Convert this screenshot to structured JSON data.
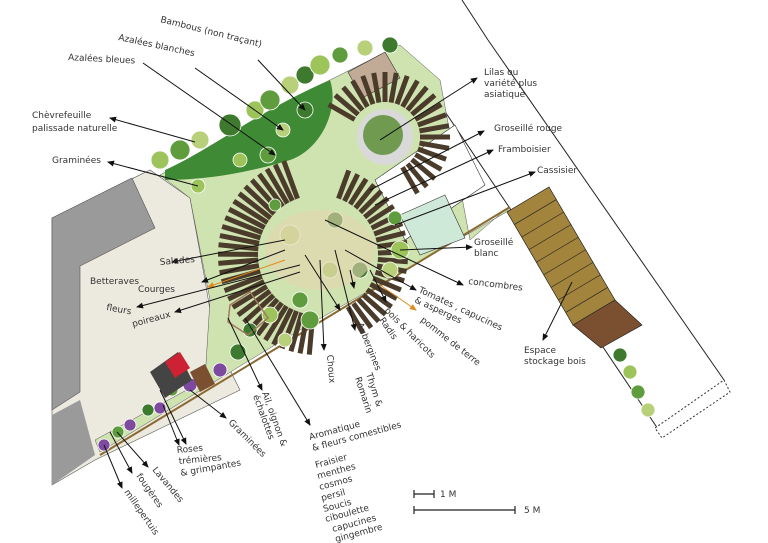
{
  "colors": {
    "lawn": "#cfe3b0",
    "hedge_bed": "#3f8a34",
    "paving": "#ece9df",
    "building": "#9a9a9a",
    "slat": "#4a3b2a",
    "path": "#e9dcc4",
    "storage_wood": "#a2843c",
    "storage_dark": "#7a5030",
    "berry_bed": "#cfe9d9",
    "potato_arrow": "#e08a1e"
  },
  "labels": {
    "bambous": "Bambous (non traçant)",
    "azalees_blanches": "Azalées blanches",
    "azalees_bleues": "Azalées bleues",
    "chevrefeuille_1": "Chèvrefeuille",
    "chevrefeuille_2": "palissade naturelle",
    "graminees_top": "Graminées",
    "lilas_1": "Lilas ou",
    "lilas_2": "variété plus",
    "lilas_3": "asiatique",
    "groseille_rouge": "Groseillé rouge",
    "framboisier": "Framboisier",
    "cassisier": "Cassisier",
    "groseille_blanc_1": "Groseillé",
    "groseille_blanc_2": "blanc",
    "concombres": "concombres",
    "tomates_1": "Tomates , capucines",
    "tomates_2": "& asperges",
    "pomme_de_terre": "pomme de terre",
    "pois": "pois & haricots",
    "radis": "Radis",
    "aubergines": "Aubergines",
    "thym_1": "Thym &",
    "thym_2": "Romarin",
    "choux": "Choux",
    "ail_1": "Ail, oignon &",
    "ail_2": "échalottes",
    "aromatique_1": "Aromatique",
    "aromatique_2": "& fleurs comestibles",
    "aromatique_list": [
      "Fraisier",
      "menthes",
      "cosmos",
      "persil",
      "Soucis",
      "ciboulette",
      "capucines",
      "gingembre"
    ],
    "graminees_bottom": "Graminées",
    "roses_1": "Roses",
    "roses_2": "trémières",
    "roses_3": "& grimpantes",
    "lavandes": "Lavandes",
    "fougeres": "fougères",
    "millepertuis": "millepertuis",
    "salades": "Salades",
    "betteraves": "Betteraves",
    "courges": "Courges",
    "fleurs": "fleurs",
    "poireaux": "poireaux",
    "stockage_1": "Espace",
    "stockage_2": "stockage bois"
  },
  "scale": {
    "small": "1 M",
    "large": "5 M"
  }
}
